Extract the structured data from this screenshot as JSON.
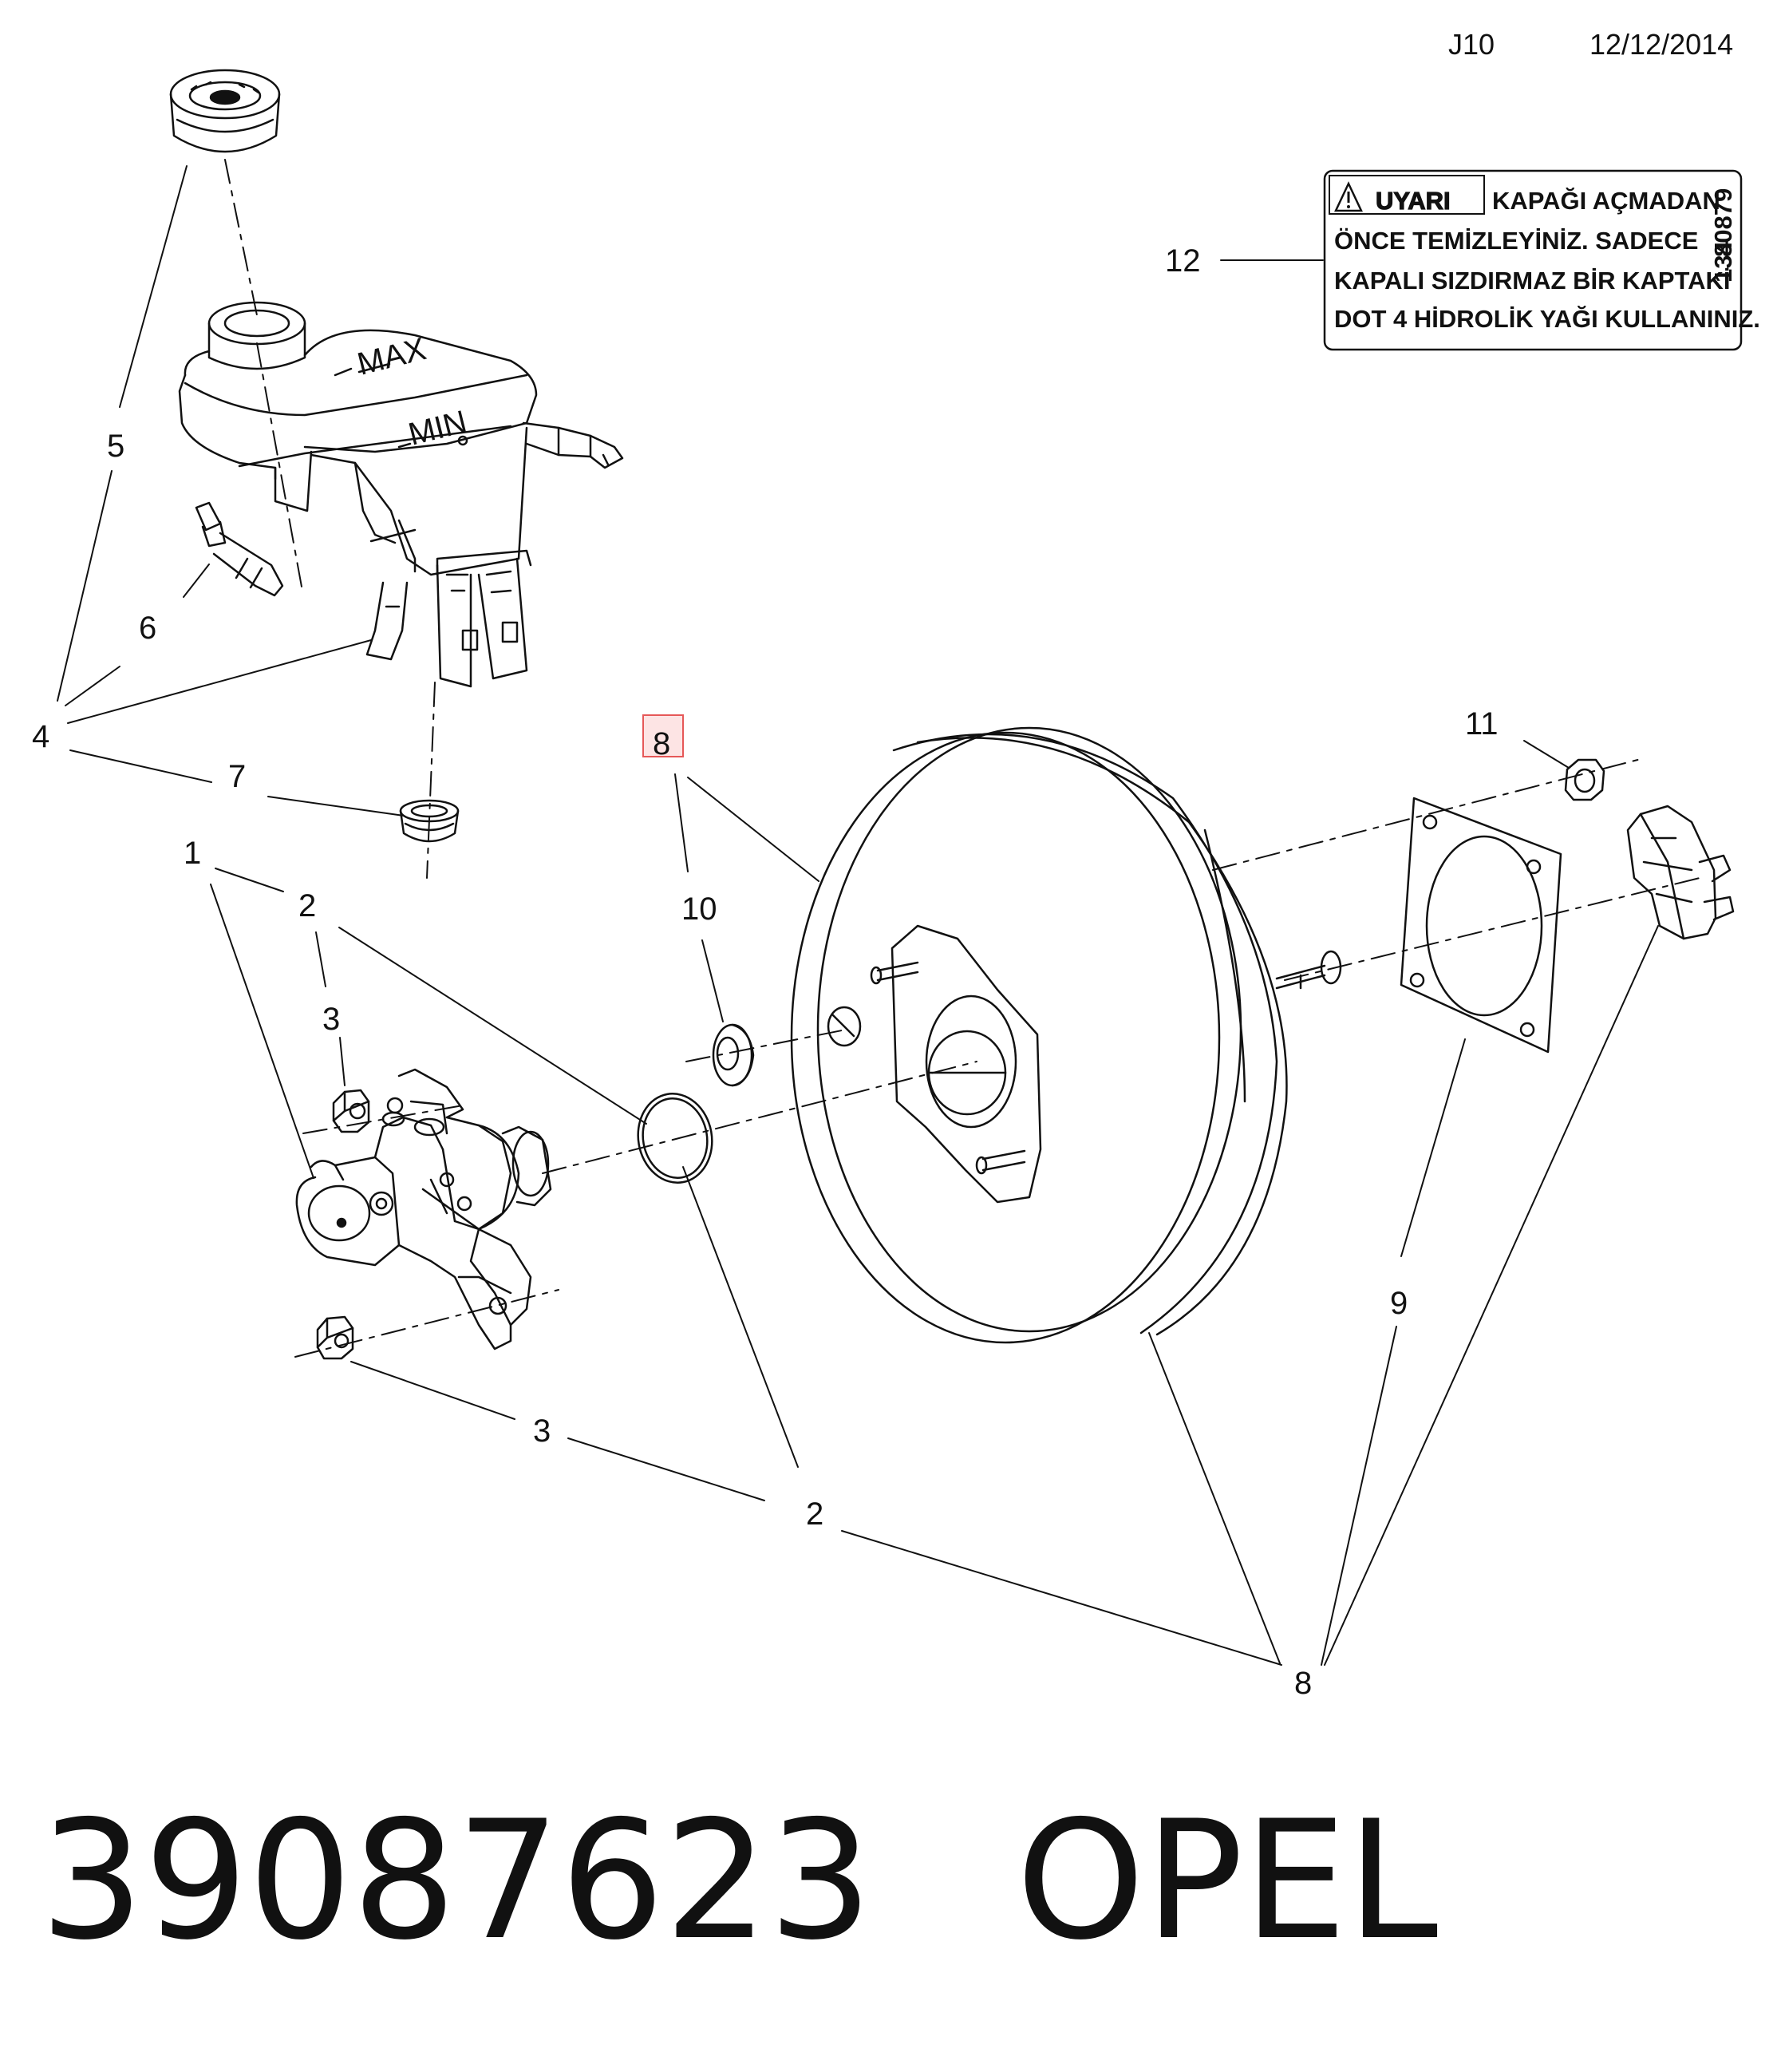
{
  "header": {
    "code": "J10",
    "date": "12/12/2014"
  },
  "warning_label": {
    "title": "UYARI",
    "lines": [
      "KAPAĞI AÇMADAN",
      "ÖNCE TEMİZLEYİNİZ. SADECE",
      "KAPALI SIZDIRMAZ BİR KAPTAKİ",
      "DOT 4 HİDROLİK YAĞI KULLANINIZ."
    ],
    "side_code_small": "134",
    "side_code_large": "80879"
  },
  "callouts": {
    "c1": "1",
    "c2a": "2",
    "c2b": "2",
    "c3a": "3",
    "c3b": "3",
    "c4": "4",
    "c5": "5",
    "c6": "6",
    "c7": "7",
    "c8_highlight": "8",
    "c8": "8",
    "c9": "9",
    "c10": "10",
    "c11": "11",
    "c12": "12"
  },
  "highlight_color": "#e23b3b",
  "footer": {
    "part_number": "39087623",
    "brand": "OPEL"
  }
}
